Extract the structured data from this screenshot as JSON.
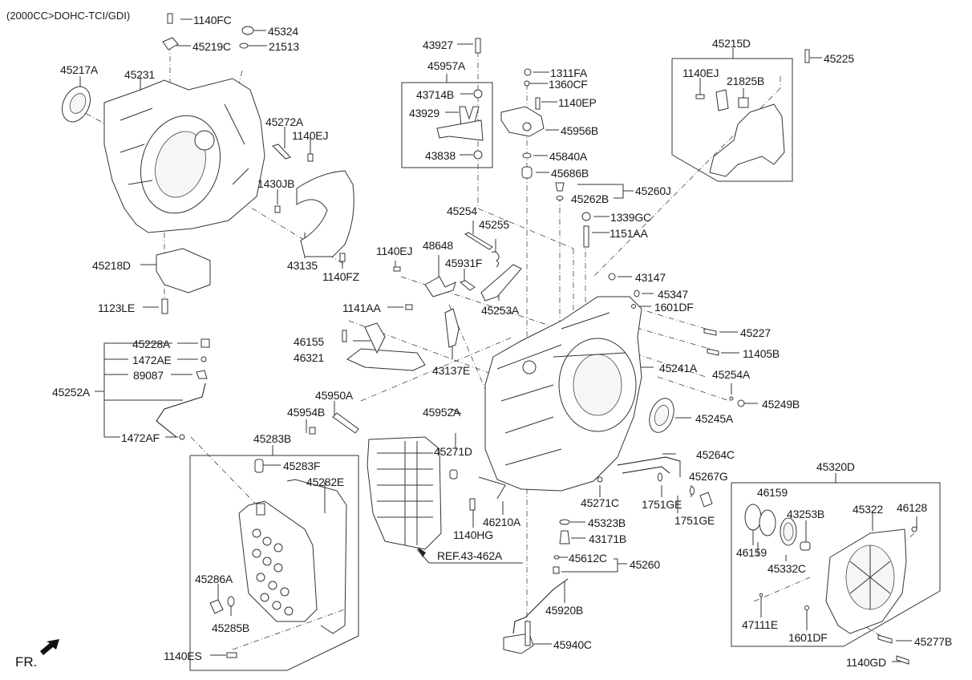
{
  "diagram": {
    "title": "(2000CC>DOHC-TCI/GDI)",
    "direction_marker": "FR.",
    "reference_label": "REF.43-462A",
    "groups": {
      "g45957A": {
        "label": "45957A",
        "items": [
          "43714B",
          "43929",
          "43838"
        ]
      },
      "g45215D": {
        "label": "45215D",
        "items": [
          "1140EJ",
          "21825B"
        ]
      },
      "g45260J": {
        "label": "45260J",
        "items": [
          "45262B"
        ]
      },
      "g45252A": {
        "label": "45252A",
        "items": [
          "45228A",
          "1472AE",
          "89087",
          "1472AF"
        ]
      },
      "g45283B": {
        "label": "45283B",
        "items": [
          "45283F",
          "45282E",
          "45286A",
          "45285B"
        ]
      },
      "g45320D": {
        "label": "45320D",
        "items": [
          "46159",
          "46159",
          "43253B",
          "45322",
          "46128",
          "45332C",
          "47111E",
          "1601DF"
        ]
      },
      "g45260": {
        "label": "45260",
        "items": [
          "45612C"
        ]
      }
    },
    "labels": {
      "p1140FC": "1140FC",
      "p45324": "45324",
      "p45219C": "45219C",
      "p21513": "21513",
      "p45217A": "45217A",
      "p45231": "45231",
      "p45272A": "45272A",
      "p1140EJ_a": "1140EJ",
      "p1430JB": "1430JB",
      "p45218D": "45218D",
      "p43135": "43135",
      "p1140FZ": "1140FZ",
      "p1123LE": "1123LE",
      "p43927": "43927",
      "p45957A": "45957A",
      "p43714B": "43714B",
      "p43929": "43929",
      "p43838": "43838",
      "p1311FA": "1311FA",
      "p1360CF": "1360CF",
      "p1140EP": "1140EP",
      "p45956B": "45956B",
      "p45840A": "45840A",
      "p45686B": "45686B",
      "p45260J": "45260J",
      "p45262B": "45262B",
      "p1339GC": "1339GC",
      "p1151AA": "1151AA",
      "p45215D": "45215D",
      "p45225": "45225",
      "p1140EJ_b": "1140EJ",
      "p21825B": "21825B",
      "p45254": "45254",
      "p45255": "45255",
      "p48648": "48648",
      "p1140EJ_c": "1140EJ",
      "p45931F": "45931F",
      "p45253A": "45253A",
      "p1141AA": "1141AA",
      "p43147": "43147",
      "p45347": "45347",
      "p1601DF_a": "1601DF",
      "p45227": "45227",
      "p11405B": "11405B",
      "p46155": "46155",
      "p46321": "46321",
      "p43137E": "43137E",
      "p45241A": "45241A",
      "p45254A": "45254A",
      "p45249B": "45249B",
      "p45245A": "45245A",
      "p45228A": "45228A",
      "p1472AE": "1472AE",
      "p89087": "89087",
      "p45252A": "45252A",
      "p1472AF": "1472AF",
      "p45950A": "45950A",
      "p45954B": "45954B",
      "p45952A": "45952A",
      "p45283B": "45283B",
      "p45283F": "45283F",
      "p45282E": "45282E",
      "p45271D": "45271D",
      "p45264C": "45264C",
      "p45267G": "45267G",
      "p45271C": "45271C",
      "p1751GE_a": "1751GE",
      "p1751GE_b": "1751GE",
      "p1140HG": "1140HG",
      "p46210A": "46210A",
      "p45323B": "45323B",
      "p43171B": "43171B",
      "p45612C": "45612C",
      "p45260": "45260",
      "p45920B": "45920B",
      "p45940C": "45940C",
      "p45286A": "45286A",
      "p45285B": "45285B",
      "p1140ES": "1140ES",
      "p45320D": "45320D",
      "p46159_a": "46159",
      "p46159_b": "46159",
      "p43253B": "43253B",
      "p45322": "45322",
      "p46128": "46128",
      "p45332C": "45332C",
      "p47111E": "47111E",
      "p1601DF_b": "1601DF",
      "p45277B": "45277B",
      "p1140GD": "1140GD"
    }
  }
}
